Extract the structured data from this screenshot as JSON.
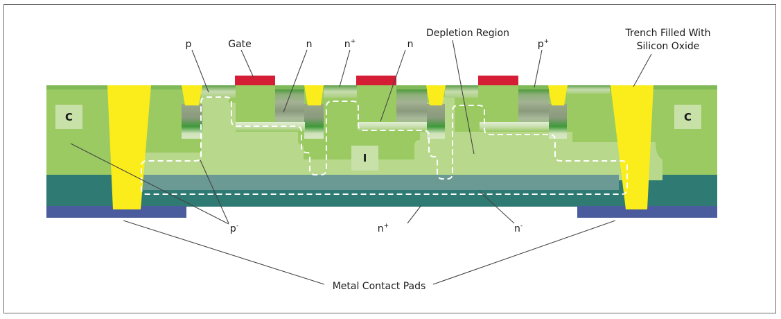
{
  "diagram": {
    "title": "Semiconductor device cross-section",
    "colors": {
      "substrate_green": "#9bca63",
      "depletion_light": "#b8d98c",
      "n_plus_teal": "#2f7a73",
      "depletion_over_teal": "#6a9a93",
      "metal_pad": "#4a5b9e",
      "trench_yellow": "#fbed1b",
      "gate_red": "#d51e35",
      "doped_gray": "#8f9e82",
      "box_label_bg": "#c8e1a8"
    },
    "region_labels": {
      "left_c": "C",
      "right_c": "C",
      "center_i": "I"
    },
    "callouts": {
      "p": "p",
      "gate": "Gate",
      "n_left": "n",
      "n_plus_top": "n",
      "n_plus_top_sup": "+",
      "n_mid": "n",
      "depletion_region": "Depletion Region",
      "p_plus": "p",
      "p_plus_sup": "+",
      "trench_line1": "Trench Filled With",
      "trench_line2": "Silicon Oxide",
      "p_minus": "p",
      "p_minus_sup": "-",
      "n_plus_bottom": "n",
      "n_plus_bottom_sup": "+",
      "n_minus": "n",
      "n_minus_sup": "-",
      "metal_contact_pads": "Metal Contact Pads"
    }
  }
}
